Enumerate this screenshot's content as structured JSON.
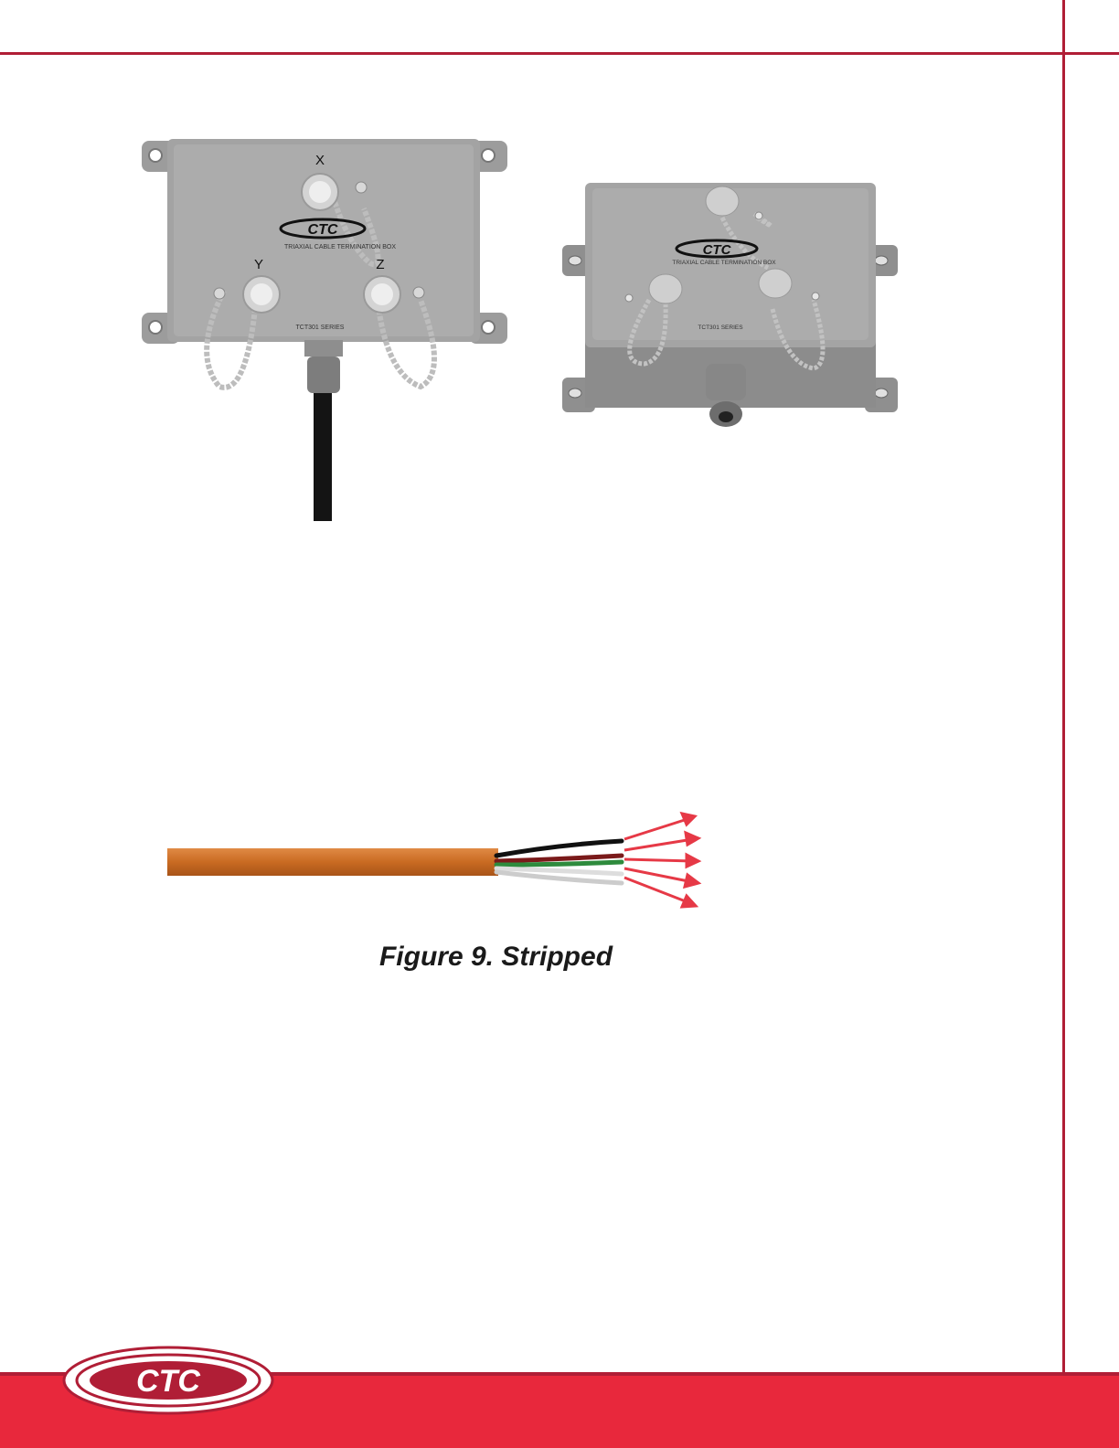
{
  "page": {
    "accent_color": "#b01e36",
    "footer_color": "#e8283c"
  },
  "box_front": {
    "label_x": "X",
    "label_y": "Y",
    "label_z": "Z",
    "brand": "CTC",
    "product_text": "TRIAXIAL CABLE TERMINATION BOX",
    "series_text": "TCT301 SERIES"
  },
  "box_angled": {
    "brand": "CTC",
    "product_text": "TRIAXIAL CABLE TERMINATION BOX",
    "series_text": "TCT301 SERIES"
  },
  "cable_figure": {
    "caption": "Figure 9. Stripped",
    "jacket_color": "#d4782f",
    "arrow_color": "#e63946",
    "wire_colors": [
      "#111111",
      "#7a1a1a",
      "#2e8b3d",
      "#eeeeee",
      "#cccccc"
    ]
  },
  "footer": {
    "logo_text": "CTC"
  }
}
